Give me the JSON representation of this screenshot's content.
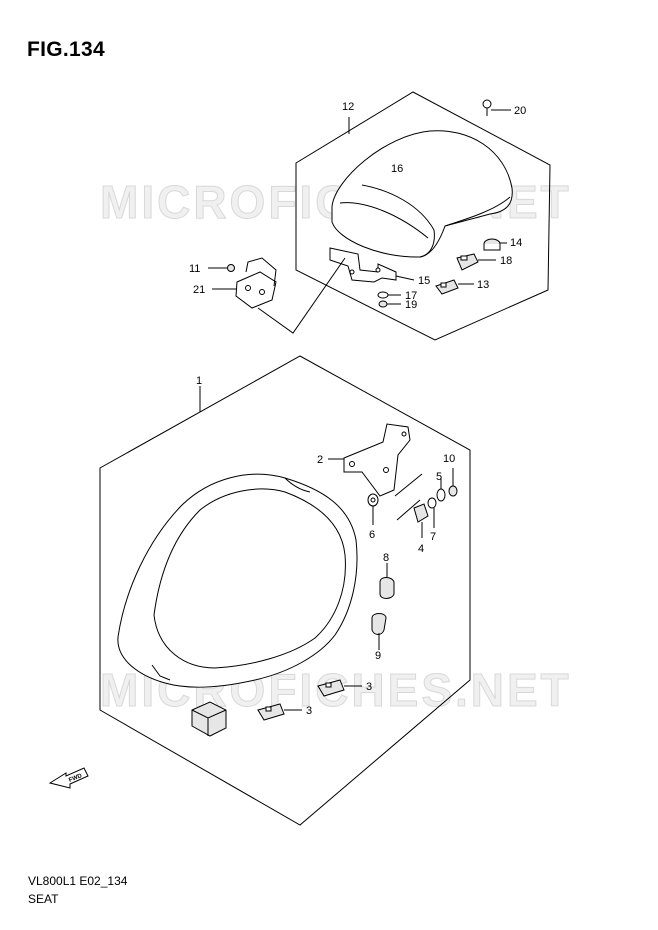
{
  "header": {
    "title": "FIG.134"
  },
  "footer": {
    "code": "VL800L1 E02_134",
    "name": "SEAT"
  },
  "watermark": {
    "text": "MICROFICHES.NET"
  },
  "arrow": {
    "label": "FWD"
  },
  "callouts": {
    "c1": "1",
    "c2": "2",
    "c3a": "3",
    "c3b": "3",
    "c4": "4",
    "c5": "5",
    "c6": "6",
    "c7": "7",
    "c8": "8",
    "c9": "9",
    "c10": "10",
    "c11": "11",
    "c12": "12",
    "c13": "13",
    "c14": "14",
    "c15": "15",
    "c16": "16",
    "c17": "17",
    "c18": "18",
    "c19": "19",
    "c20": "20",
    "c21": "21"
  }
}
